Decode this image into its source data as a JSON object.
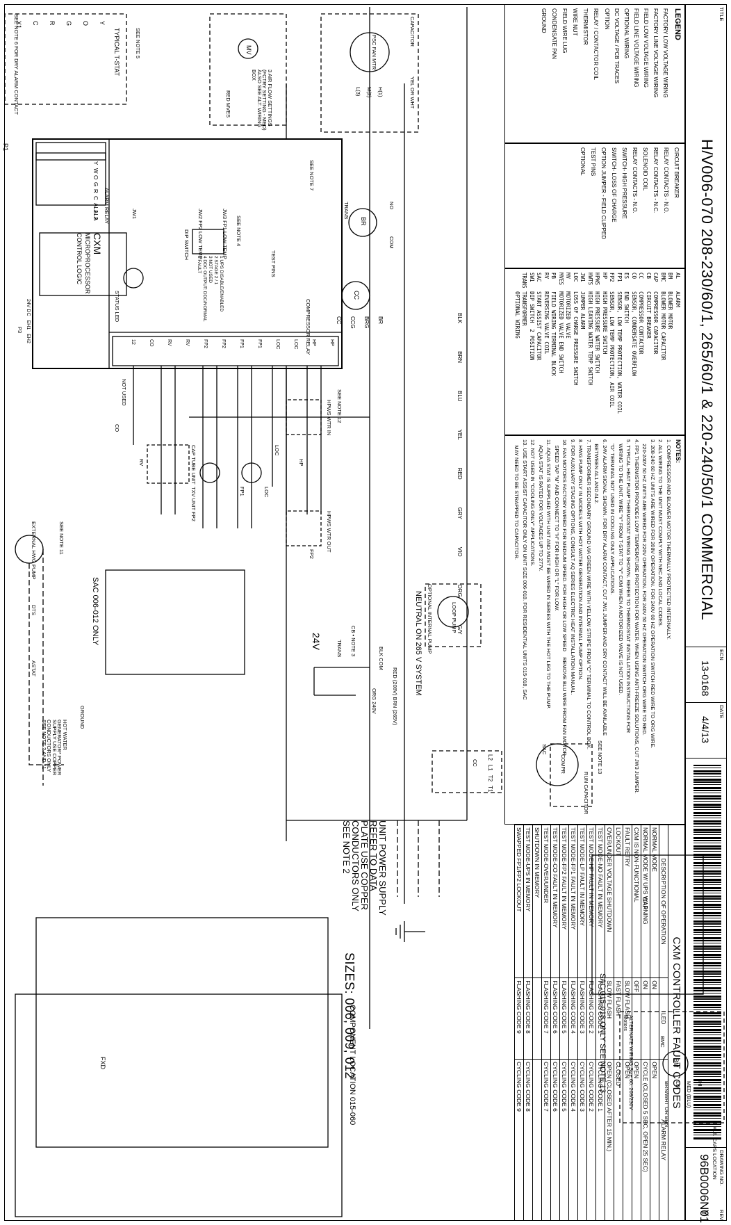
{
  "title_block": {
    "title_label": "TITLE",
    "title": "H/V006-070 208-230/60/1, 265/60/1 & 220-240/50/1 COMMERCIAL",
    "ecn_label": "ECN",
    "ecn": "13-0168",
    "date_label": "DATE",
    "date": "4/4/13",
    "drawing_no_label": "DRAWING NO.",
    "drawing_no": "96B0006N01",
    "rev_label": "REV",
    "rev": "Y"
  },
  "legend": {
    "heading": "LEGEND",
    "line_items": [
      "FACTORY LOW VOLTAGE WIRING",
      "FACTORY LINE VOLTAGE WIRING",
      "FIELD LOW VOLTAGE WIRING",
      "FIELD LINE VOLTAGE WIRING",
      "OPTIONAL WIRING",
      "DC VOLTAGE / PCB TRACES",
      "OPTION"
    ],
    "symbols_a": [
      "RELAY / CONTACTOR COIL",
      "THERMISTOR",
      "WIRE NUT",
      "FIELD WIRE LUG",
      "CONDENSATE PAN",
      "GROUND"
    ],
    "symbols_b": [
      "CIRCUIT BREAKER",
      "RELAY CONTACTS - N.O.",
      "RELAY CONTACTS - N.C.",
      "SOLENOID COIL",
      "RELAY CONTACTS - N.O.",
      "SWITCH- HIGH PRESSURE",
      "SWITCH- LOSS OF CHARGE",
      "OPTION JUMPER - FIELD CLIPPED",
      "TEST PINS",
      "OPTIONAL"
    ]
  },
  "abbreviations": [
    "AL    ALARM",
    "BM    BLOWER MOTOR",
    "BMC   BLOWER MOTOR CAPACITOR",
    "CAP   COMPRESSOR CAPACITOR",
    "CB    CIRCUIT BREAKER",
    "CC    COMPRESSOR CONTACTOR",
    "CO    SENSOR, CONDENSATE OVERFLOW",
    "ES    END SWITCH",
    "FP1   SENSOR, LOW TEMP PROTECTION, WATER COIL",
    "FP2   SENSOR, LOW TEMP PROTECTION, AIR COIL",
    "HP    HIGH PRESSURE SWITCH",
    "HPWS  HIGH PRESSURE WATER SWITCH",
    "HWTS  HIGH LEAVING WATER TEMP SWITCH",
    "JW1   JUMPER ALARM",
    "LOC   LOSS OF CHARGE PRESSURE SWITCH",
    "MV    MOTORIZED VALVE",
    "MVES  MOTORIZED VALVE END SWITCH",
    "PB    FIELD WIRING TERMINAL BLOCK",
    "RV    REVERSING VALVE COIL",
    "SAC   START ASSIST CAPACITOR",
    "SW1   DIP SWITCH  2 POSITION",
    "TRANS TRANSFORMER",
    "      OPTIONAL WIRING"
  ],
  "notes": {
    "heading": "NOTES:",
    "items": [
      "1. COMPRESSOR AND BLOWER MOTOR THERMALLY PROTECTED INTERNALLY.",
      "2. ALL WIRING TO THE UNIT MUST COMPLY WITH NEC AND LOCAL CODES.",
      "3. 208-240 60 HZ UNITS ARE WIRED FOR 208V OPERATION. FOR 240V 60 HZ OPERATION SWITCH RED WIRE TO ORG WIRE.",
      "   220-240V 50 HZ UNITS ARE WIRED FOR 220V OPERATION. FOR 240V 50 HZ OPERATION SWITCH ORG WIRE TO RED.",
      "4. FP1 THERMISTOR PROVIDES LOW TEMPERATURE PROTECTION FOR WATER. WHEN USING ANTI-FREEZE SOLUTIONS, CUT JW3 JUMPER.",
      "5. TYPICAL HEAT PUMP THERMOSTAT WIRING SHOWN. REFER TO THERMOSTAT INSTALLATION INSTRUCTIONS FOR",
      "   WIRING TO THE UNIT. WIRE \"Y\" FROM T-STAT TO \"Y\" CXM WHEN A MOTORIZED VALVE IS NOT USED.",
      "   \"O\" TERMINAL NOT USED IN COOLING ONLY APPLICATIONS.",
      "6. 24V ALARM SIGNAL SHOWN. FOR DRY ALARM CONTACT, CUT JW1 JUMPER AND DRY CONTACT WILL BE AVAILABLE",
      "   BETWEEN AL1 AND AL2.",
      "7. TRANSFORMER SECONDARY GROUND VIA GREEN WIRE WITH YELLOW STRIPE FROM \"C\" TERMINAL TO CONTROL BOX.",
      "8. HWG PUMP ONLY IN MODELS WITH HOT WATER GENERATION AND INTERNAL PUMP OPTION.",
      "9. FOR AUXILIARY STAGING OPTIONS, CONSULT AQ SERIES ELECTRIC HEAT INSTALLATION MANUAL.",
      "10. FAN MOTORS FACTORY WIRED FOR MEDIUM SPEED. FOR HIGH OR LOW SPEED    REMOVE BLU WIRE FROM FAN MOTOR",
      "    SPEED TAP \"M\" AND CONNECT TO \"H\" FOR HIGH OR \"L\" FOR LOW.",
      "11. AQUA STAT IS SUPPLIED WITH UNIT AND MUST BE WIRED IN SERIES WITH THE HOT LEG TO THE PUMP.",
      "    AQUA STAT IS RATED FOR VOLTAGES UP TO 277V.",
      "12. NOT USED IN \"COOLING ONLY\" APPLICATIONS.",
      "13. USE START ASSIST CAPACITOR ONLY ON UNIT SIZE 006-018. FOR RESIDENTIAL UNITS 015-018, SAC",
      "    MAY NEED TO BE STRAPPED TO CAPACITOR."
    ]
  },
  "fault_table": {
    "title": "CXM CONTROLLER FAULT CODES",
    "headers": [
      "DESCRIPTION OF OPERATION",
      "LED",
      "ALARM RELAY"
    ],
    "rows": [
      [
        "NORMAL MODE",
        "ON",
        "OPEN"
      ],
      [
        "NORMAL MODE W/ UPS WARNING",
        "ON",
        "CYCLE (CLOSED 5 SEC, OPEN 25 SEC)"
      ],
      [
        "CXM IS NON-FUNCTIONAL",
        "OFF",
        "OPEN"
      ],
      [
        "FAULT RETRY",
        "SLOW FLASH",
        "OPEN"
      ],
      [
        "LOCKOUT",
        "FAST FLASH",
        "CLOSED"
      ],
      [
        "OVER/UNDER VOLTAGE SHUTDOWN",
        "SLOW FLASH",
        "OPEN (CLOSED AFTER 15 MIN.)"
      ],
      [
        "TEST MODE-NO FAULT IN MEMORY",
        "FLASHING CODE 1",
        "CYCLING CODE 1"
      ],
      [
        "TEST MODE-HP FAULT IN MEMORY",
        "FLASHING CODE 2",
        "CYCLING CODE 2"
      ],
      [
        "TEST MODE-LP FAULT IN MEMORY",
        "FLASHING CODE 3",
        "CYCLING CODE 3"
      ],
      [
        "TEST MODE-FP1 FAULT IN MEMORY",
        "FLASHING CODE 4",
        "CYCLING CODE 4"
      ],
      [
        "TEST MODE-FP2 FAULT IN MEMORY",
        "FLASHING CODE 5",
        "CYCLING CODE 5"
      ],
      [
        "TEST MODE-CO FAULT IN MEMORY",
        "FLASHING CODE 6",
        "CYCLING CODE 6"
      ],
      [
        "TEST MODE-OVER/UNDER",
        "FLASHING CODE 7",
        "CYCLING CODE 7"
      ],
      [
        "SHUTDOWN IN MEMORY",
        "",
        ""
      ],
      [
        "TEST MODE-UPS IN MEMORY",
        "FLASHING CODE 8",
        "CYCLING CODE 8"
      ],
      [
        "SWAPPED FP1/FP2 LOCKOUT",
        "FLASHING CODE 9",
        "CYCLING CODE 9"
      ]
    ]
  },
  "schematic": {
    "board_title": "CXM",
    "board_subtitle_1": "MICROPROCESSOR",
    "board_subtitle_2": "CONTROL LOGIC",
    "status_led": "STATUS LED",
    "p1_terminals": [
      "Y",
      "W",
      "O",
      "G",
      "R",
      "C",
      "AL1",
      "AL2",
      "A"
    ],
    "p1_label": "P1",
    "p2_terminals": [
      "24V DC",
      "EH1",
      "EH2"
    ],
    "p3_label": "P3",
    "top_pins": [
      "BR",
      "BRG",
      "CCG",
      "CC"
    ],
    "bottom_terminals": [
      "HP",
      "HP",
      "LOC",
      "LOC",
      "FP1",
      "FP1",
      "FP2",
      "FP2",
      "RV",
      "RV",
      "CO",
      "12"
    ],
    "tstat_label": "TYPICAL T-STAT",
    "tstat_terms": [
      "Y",
      "O",
      "G",
      "R",
      "C",
      "X1"
    ],
    "see_note_5": "SEE NOTE 5",
    "see_note_6": "SEE NOTE 6 FOR DRY ALARM CONTACT",
    "fan_motor": "PSC FAN MTR",
    "fan_taps": [
      "H(1)",
      "M(2)",
      "L(3)"
    ],
    "capacitor": "CAPACITOR",
    "yel_or_wht": "YEL OR WHT",
    "mv": "MV",
    "air_flow": "3 AIR FLOW SETTINGS (FCTRY SETTING - MED) ALSO SEE ALT. WIRING BOX",
    "mves": "RED  MVES",
    "wire_colors": [
      "BLK",
      "BRN",
      "BLU",
      "YEL",
      "RED",
      "GRY",
      "VIO",
      "ORG",
      "G/Y"
    ],
    "alarm_relay": "ALARM RELAY",
    "jw1": "JW1",
    "jw2": "JW2 FP2 LOW TEMP",
    "jw3": "JW3 FP1 LOW TEMP",
    "see_note_4": "SEE NOTE 4",
    "see_note_7": "SEE NOTE 7",
    "test_pins": "TEST PINS",
    "dip_switch_title": "DIP SWITCH",
    "dip_switch": [
      "1 UPS DISABLE/ENABLED",
      "2 STAGE 2 / 1",
      "3 NOT USED",
      "4 DDC OUTPUT: DDC/NORMAL",
      "5 FAULT"
    ],
    "compressor_relay": "COMPRESSOR RELAY",
    "br": "BR",
    "cc": "CC",
    "no": "NO",
    "com": "COM",
    "hpws_in": "HPWS WTR IN",
    "hpws_out": "HPWS WTR OUT",
    "see_note_12": "SEE NOTE 12",
    "hp": "HP",
    "loc": "LOC",
    "fp1": "FP1",
    "fp2": "FP2",
    "txv": "TXV UNIT FP2",
    "cap_tube": "CAP TUBE UNIT",
    "rv": "RV",
    "co": "CO",
    "not_used": "NOT USED",
    "hwg_pump": "EXTERNAL HWG PUMP",
    "see_note_11": "SEE NOTE 11",
    "dts": "DTS",
    "astat": "ASTAT",
    "hot_water_gen": "HOT WATER GENERATOR* POWER SUPPLY USE COPPER CONDUCTORS ONLY SEE NOTE 2 AND 11",
    "ground": "GROUND",
    "neutral": "NEUTRAL ON 265 V SYSTEM",
    "cb_note": "CB • NOTE 3",
    "trans": "TRANS",
    "blk_com": "BLK COM",
    "v24": "24V",
    "org_240": "ORG 240V",
    "red_208": "RED (208V) BRN (265V)",
    "loop_pump": "LOOP PUMP",
    "opt_pump": "OPTIONAL INTERNAL PUMP",
    "contactor_terms": [
      "L2",
      "L1",
      "T2",
      "T1",
      "CC"
    ],
    "sac": "SAC",
    "see_note_13": "SEE NOTE 13",
    "run_cap": "RUN CAPACITOR",
    "compr": "COMPR",
    "power_supply": "UNIT POWER SUPPLY REFER TO DATA PLATE USE COPPER CONDUCTORS ONLY SEE NOTE 2",
    "alt_wiring": "ALTERNATE WIRING Size 60: 208/230V Motors",
    "alt_taps": [
      "HI",
      "MED (BLU)",
      "LO",
      "BRN/WHT OR BRN"
    ],
    "bm": "BM",
    "bmc": "BMC",
    "sac_006": "SAC 006-012 ONLY",
    "sac_015": "SAC 015-018 ONLY SEE NOTE 13",
    "sizes": "SIZES: 006, 009, 012",
    "component_location": "COMPONENT LOCATION 015-060",
    "alt_caps": "ALT. CAPS LOCATION",
    "cap": "CAP",
    "fxd": "FXD"
  }
}
